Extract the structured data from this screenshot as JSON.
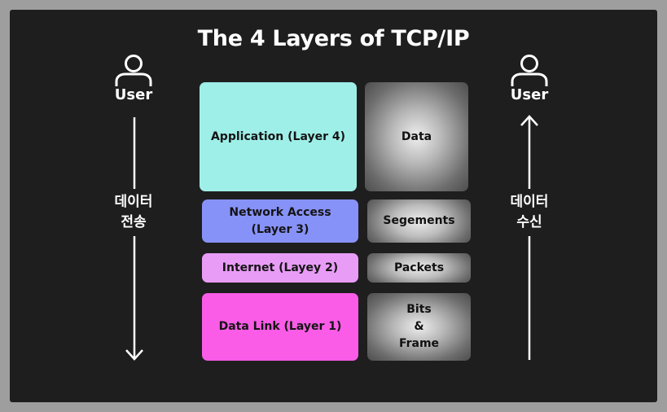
{
  "title": "The 4 Layers of TCP/IP",
  "left": {
    "user_label": "User",
    "flow_label_line1": "데이터",
    "flow_label_line2": "전송"
  },
  "right": {
    "user_label": "User",
    "flow_label_line1": "데이터",
    "flow_label_line2": "수신"
  },
  "layers": [
    {
      "name": "Application (Layer 4)",
      "unit": "Data",
      "color": "#9eefe8"
    },
    {
      "name_line1": "Network Access",
      "name_line2": "(Layer 3)",
      "unit": "Segements",
      "color": "#8792f8"
    },
    {
      "name": "Internet (Layey 2)",
      "unit": "Packets",
      "color": "#e89cf6"
    },
    {
      "name": "Data Link (Layer 1)",
      "unit_line1": "Bits",
      "unit_line2": "&",
      "unit_line3": "Frame",
      "color": "#fa5ce7"
    }
  ],
  "icons": [
    "user-icon",
    "down-arrow-icon",
    "up-arrow-icon"
  ]
}
